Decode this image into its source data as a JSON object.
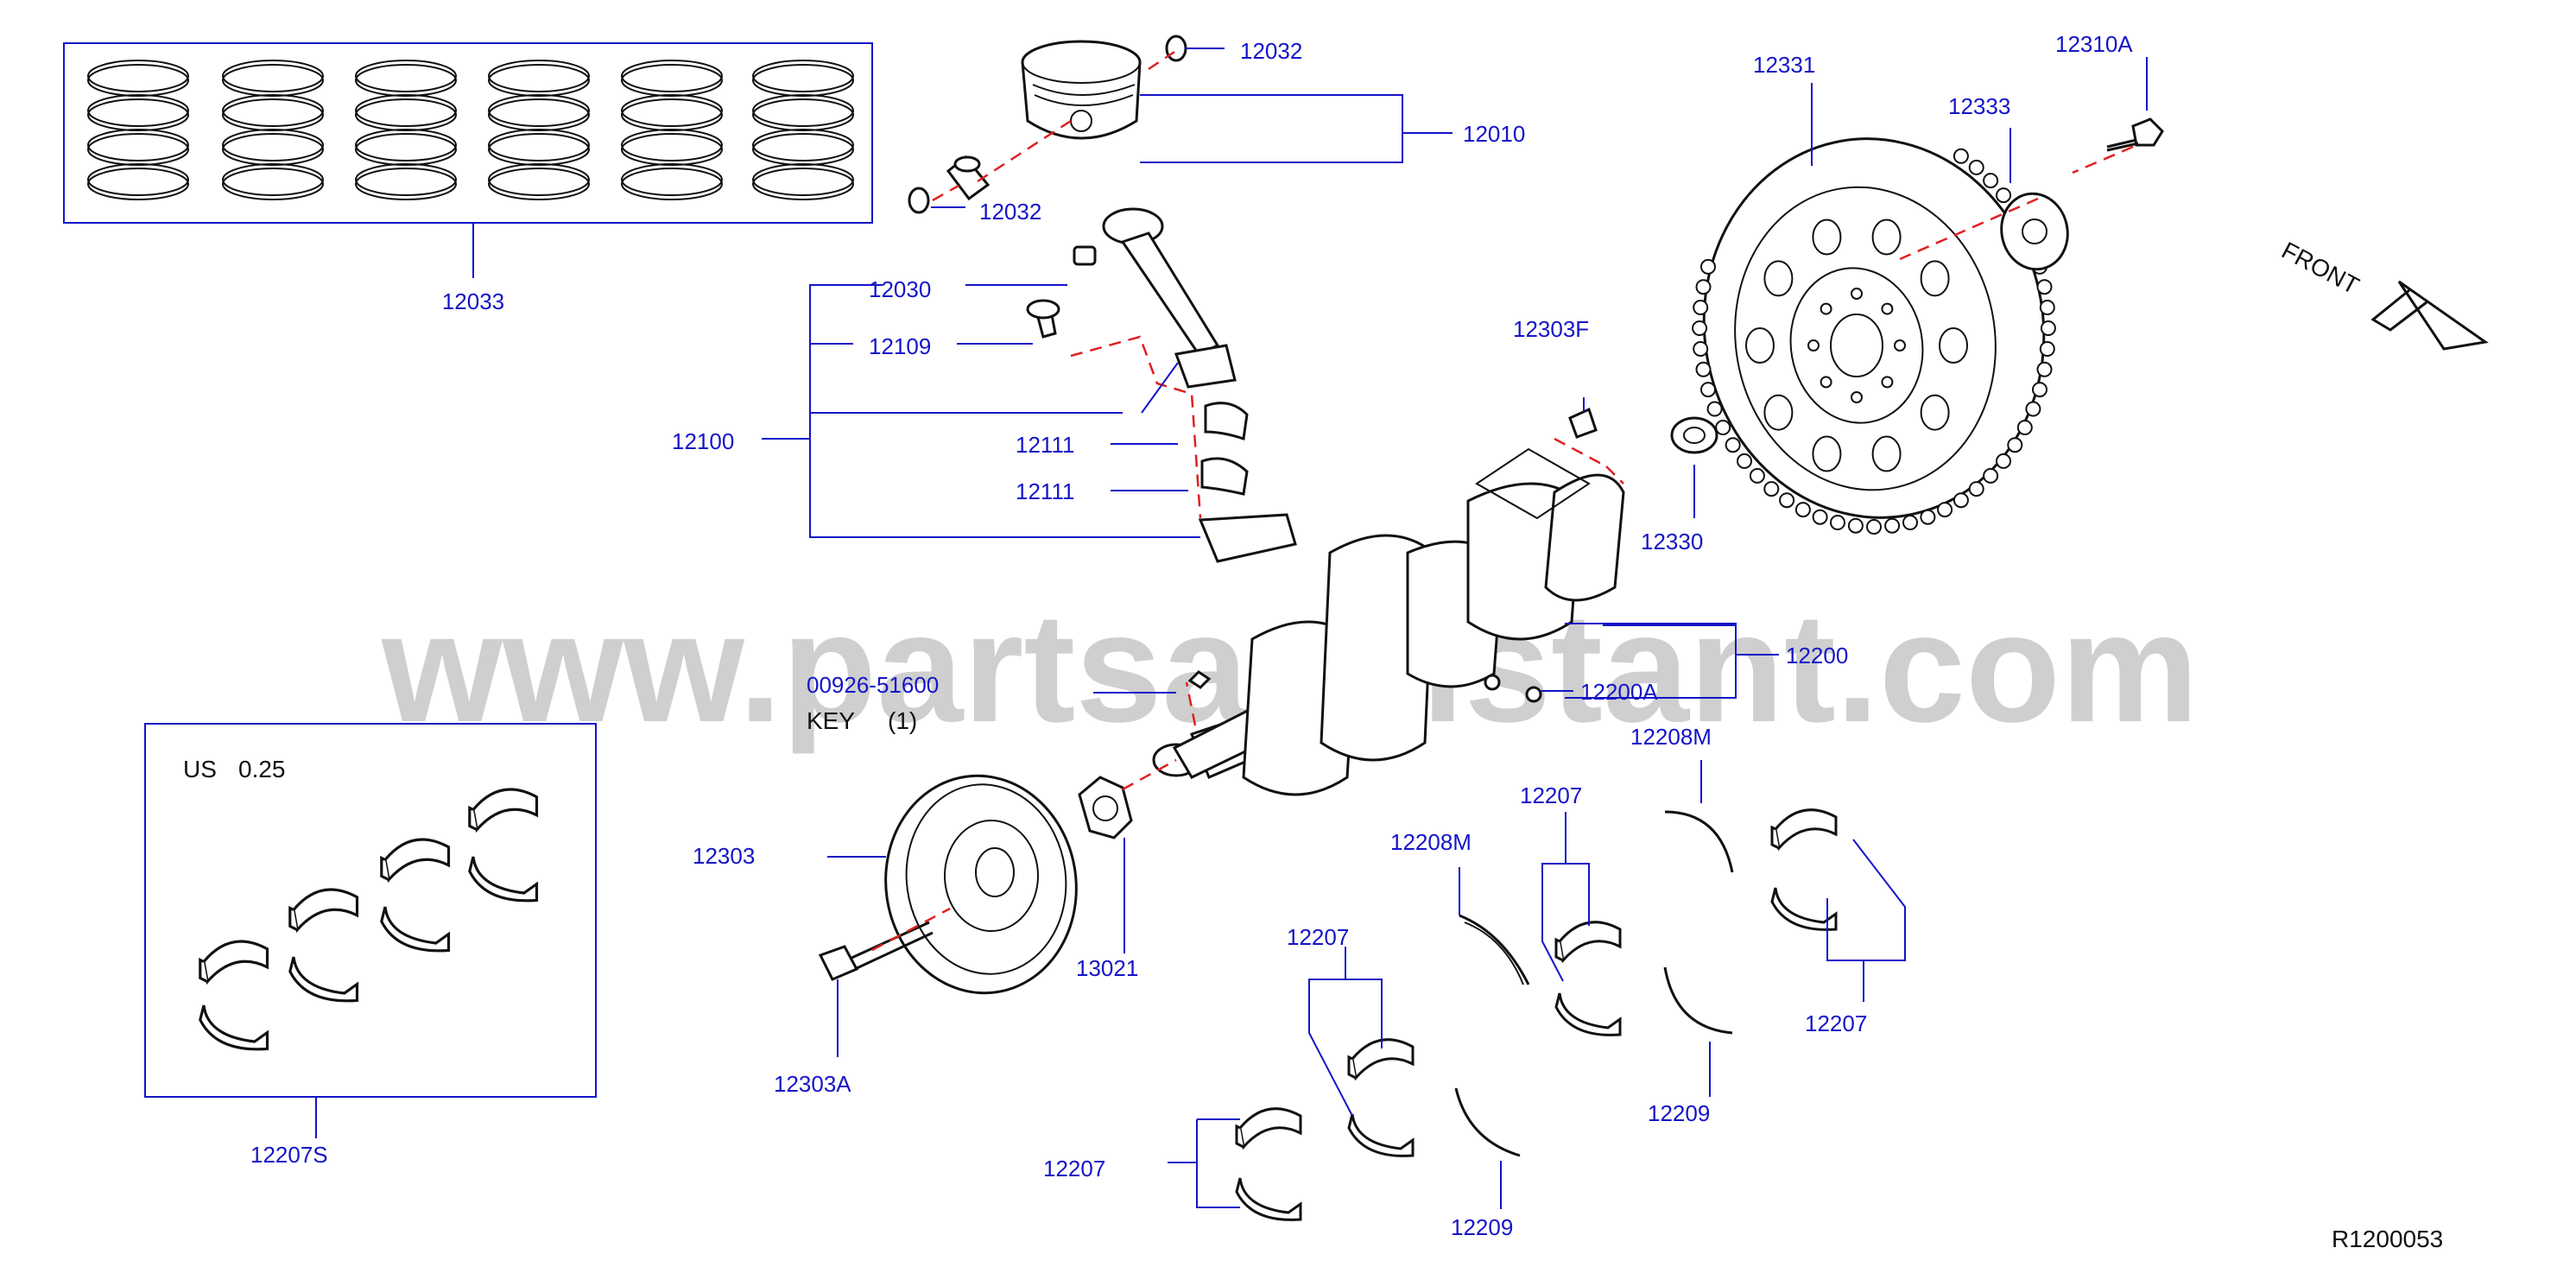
{
  "watermark": "www.partsassistant.com",
  "diagram_id": "R1200053",
  "front_label": "FRONT",
  "undersize_box": {
    "label_us": "US",
    "label_size": "0.25"
  },
  "key_note": {
    "label": "KEY",
    "qty": "(1)"
  },
  "part_numbers": {
    "p12033": "12033",
    "p12032_top": "12032",
    "p12032_bot": "12032",
    "p12010": "12010",
    "p12030": "12030",
    "p12109": "12109",
    "p12100": "12100",
    "p12111_a": "12111",
    "p12111_b": "12111",
    "p12303F": "12303F",
    "p12330": "12330",
    "p12331": "12331",
    "p12333": "12333",
    "p12310A": "12310A",
    "p00926": "00926-51600",
    "p12200": "12200",
    "p12200A": "12200A",
    "p12208M_a": "12208M",
    "p12208M_b": "12208M",
    "p12207_a": "12207",
    "p12207_b": "12207",
    "p12207_c": "12207",
    "p12207_d": "12207",
    "p12209_a": "12209",
    "p12209_b": "12209",
    "p12303": "12303",
    "p13021": "13021",
    "p12303A": "12303A",
    "p12207S": "12207S"
  }
}
